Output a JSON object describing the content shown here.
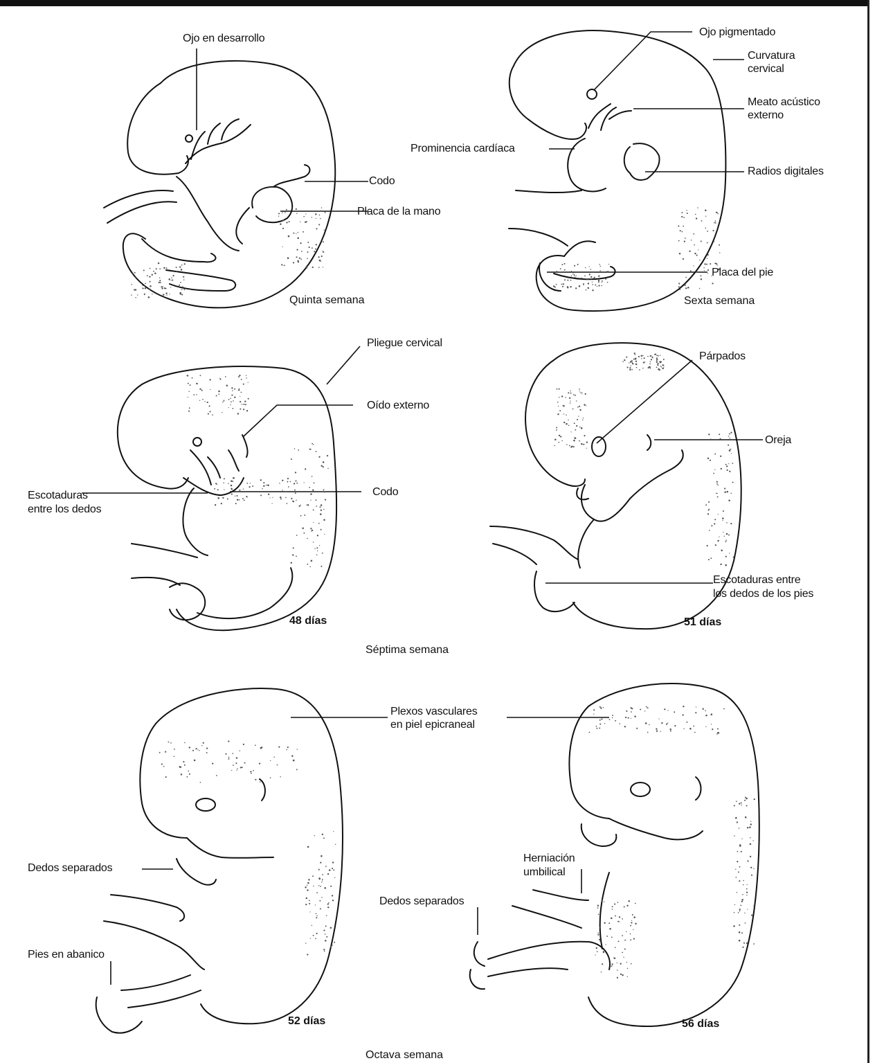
{
  "figure": {
    "panels": [
      {
        "id": "quinta",
        "caption": "Quinta semana",
        "labels": {
          "ojo": "Ojo en desarrollo",
          "codo": "Codo",
          "placa_mano": "Placa de la mano"
        }
      },
      {
        "id": "sexta",
        "caption": "Sexta semana",
        "labels": {
          "ojo_pigmentado": "Ojo pigmentado",
          "curvatura_1": "Curvatura",
          "curvatura_2": "cervical",
          "meato_1": "Meato acústico",
          "meato_2": "externo",
          "prominencia": "Prominencia cardíaca",
          "radios": "Radios digitales",
          "placa_pie": "Placa del pie"
        }
      },
      {
        "id": "dia48",
        "day": "48 días",
        "labels": {
          "pliegue": "Pliegue cervical",
          "oido": "Oído externo",
          "escotaduras_1": "Escotaduras",
          "escotaduras_2": "entre los dedos",
          "codo": "Codo"
        }
      },
      {
        "id": "dia51",
        "day": "51 días",
        "labels": {
          "parpados": "Párpados",
          "oreja": "Oreja",
          "escot_pies_1": "Escotaduras entre",
          "escot_pies_2": "los dedos de los pies"
        }
      },
      {
        "id": "dia52",
        "day": "52 días",
        "labels": {
          "dedos": "Dedos separados",
          "pies": "Pies en abanico"
        }
      },
      {
        "id": "dia56",
        "day": "56 días",
        "labels": {
          "herniacion_1": "Herniación",
          "herniacion_2": "umbilical",
          "dedos": "Dedos separados"
        }
      }
    ],
    "shared_labels": {
      "plexos_1": "Plexos vasculares",
      "plexos_2": "en piel epicraneal"
    },
    "group_captions": {
      "septima": "Séptima semana",
      "octava": "Octava semana"
    }
  }
}
